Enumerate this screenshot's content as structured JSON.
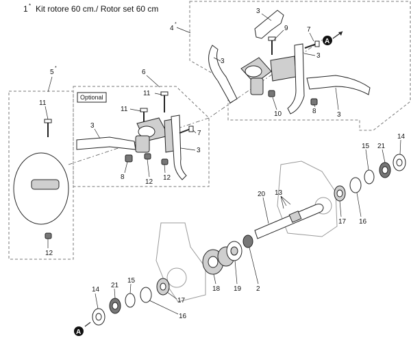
{
  "title": {
    "number": "1",
    "marker": "*",
    "text": "Kit rotore 60 cm./ Rotor set 60 cm"
  },
  "groups": {
    "g4": {
      "number": "4",
      "marker": "*"
    },
    "g5": {
      "number": "5",
      "marker": "*"
    },
    "g6": {
      "number": "6"
    }
  },
  "optional_label": "Optional",
  "callout_letter": "A",
  "labels": {
    "l3_a": "3",
    "l9": "9",
    "l7_a": "7",
    "l3_b": "3",
    "l3_c": "3",
    "l10": "10",
    "l8_a": "8",
    "l3_d": "3",
    "l11_a": "11",
    "l11_b": "11",
    "l3_e": "3",
    "l7_b": "7",
    "l3_f": "3",
    "l8_b": "8",
    "l12_a": "12",
    "l12_b": "12",
    "l11_c": "11",
    "l12_c": "12",
    "l14_a": "14",
    "l15_a": "15",
    "l21_a": "21",
    "l13": "13",
    "l20": "20",
    "l17_a": "17",
    "l16_a": "16",
    "l18": "18",
    "l19": "19",
    "l2": "2",
    "l14_b": "14",
    "l21_b": "21",
    "l15_b": "15",
    "l17_b": "17",
    "l16_b": "16"
  }
}
